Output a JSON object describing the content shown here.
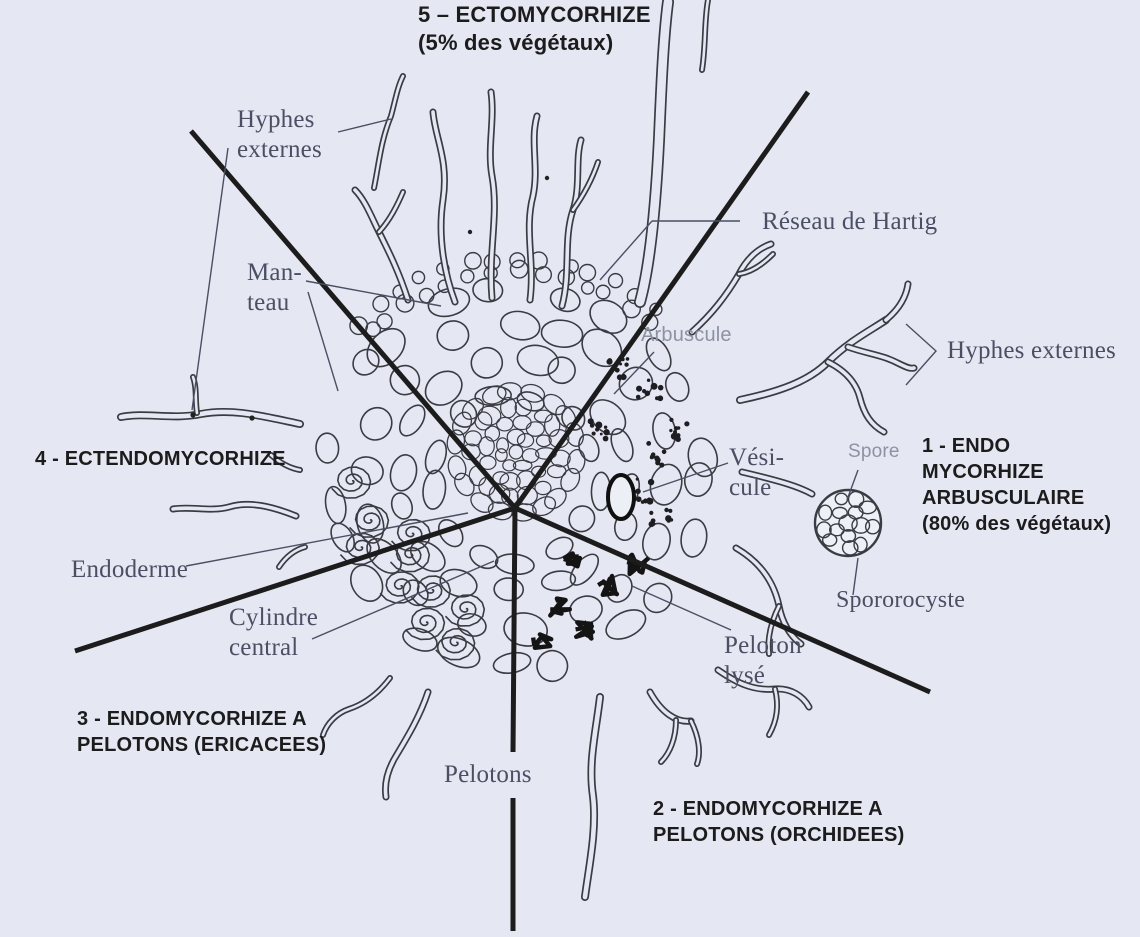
{
  "figure": {
    "subject": "Types de mycorhizes (coupe de racine en cinq secteurs)",
    "background_color": "#e5e7f3",
    "line_color": "#3b3b42",
    "divider_color": "#1c1c1c",
    "label_color": "#4a4f63",
    "muted_label_color": "#8d92a3",
    "title_color": "#1c1c1c"
  },
  "sector_titles": {
    "s5": "5 – ECTOMYCORHIZE\n(5% des végétaux)",
    "s1": "1 - ENDO\nMYCORHIZE\nARBUSCULAIRE\n(80% des végétaux)",
    "s2": "2 - ENDOMYCORHIZE A\nPELOTONS (ORCHIDEES)",
    "s3": "3 - ENDOMYCORHIZE A\nPELOTONS (ERICACEES)",
    "s4": "4 - ECTENDOMYCORHIZE"
  },
  "annotations": {
    "hyphes_externes_left": "Hyphes\nexternes",
    "manteau": "Man-\nteau",
    "reseau_de_hartig": "Réseau de Hartig",
    "arbuscule": "Arbuscule",
    "hyphes_externes_right": "Hyphes externes",
    "vesicule": "Vési-\ncule",
    "spore": "Spore",
    "spororocyste": "Spororocyste",
    "endoderme": "Endoderme",
    "cylindre_central": "Cylindre\ncentral",
    "pelotons": "Pelotons",
    "peloton_lyse": "Peloton\nlysé"
  }
}
